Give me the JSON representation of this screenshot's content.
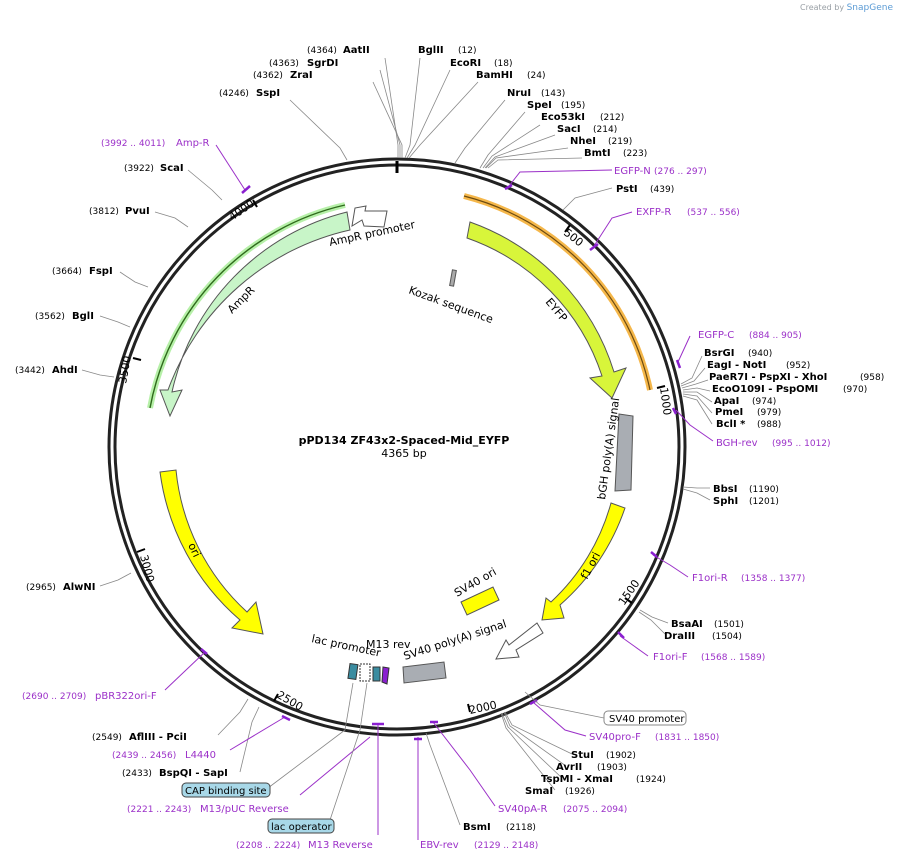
{
  "credit": {
    "prefix": "Created by",
    "brand": "SnapGene"
  },
  "plasmid": {
    "name": "pPD134 ZF43x2-Spaced-Mid_EYFP",
    "length_label": "4365 bp"
  },
  "ticks": [
    "500",
    "1000",
    "1500",
    "2000",
    "2500",
    "3000",
    "3500",
    "4000"
  ],
  "features": {
    "ampr_promoter": "AmpR promoter",
    "ampr": "AmpR",
    "kozak": "Kozak sequence",
    "eyfp": "EYFP",
    "bgh": "bGH poly(A) signal",
    "f1ori": "f1 ori",
    "sv40ori": "SV40 ori",
    "sv40polya": "SV40 poly(A) signal",
    "ori": "ori",
    "lac_promoter": "lac promoter",
    "m13rev": "M13 rev"
  },
  "colors": {
    "primer": "#9b30c8",
    "ampr": "#c8f5c8",
    "eyfp": "#d8f53a",
    "ori": "#ffff00",
    "grey": "#a9adb3",
    "orange": "#f5b74a",
    "teal": "#3a8ca0"
  },
  "enzymes": [
    {
      "name": "AatII",
      "pos": "(4364)"
    },
    {
      "name": "SgrDI",
      "pos": "(4363)"
    },
    {
      "name": "ZraI",
      "pos": "(4362)"
    },
    {
      "name": "SspI",
      "pos": "(4246)"
    },
    {
      "name": "BglII",
      "pos": "(12)"
    },
    {
      "name": "EcoRI",
      "pos": "(18)"
    },
    {
      "name": "BamHI",
      "pos": "(24)"
    },
    {
      "name": "NruI",
      "pos": "(143)"
    },
    {
      "name": "SpeI",
      "pos": "(195)"
    },
    {
      "name": "Eco53kI",
      "pos": "(212)"
    },
    {
      "name": "SacI",
      "pos": "(214)"
    },
    {
      "name": "NheI",
      "pos": "(219)"
    },
    {
      "name": "BmtI",
      "pos": "(223)"
    },
    {
      "name": "PstI",
      "pos": "(439)"
    },
    {
      "name": "ScaI",
      "pos": "(3922)"
    },
    {
      "name": "PvuI",
      "pos": "(3812)"
    },
    {
      "name": "FspI",
      "pos": "(3664)"
    },
    {
      "name": "BglI",
      "pos": "(3562)"
    },
    {
      "name": "AhdI",
      "pos": "(3442)"
    },
    {
      "name": "BsrGI",
      "pos": "(940)"
    },
    {
      "name": "EagI  - NotI",
      "pos": "(952)"
    },
    {
      "name": "PaeR7I  - PspXI  - XhoI",
      "pos": "(958)"
    },
    {
      "name": "EcoO109I  - PspOMI",
      "pos": "(970)"
    },
    {
      "name": "ApaI",
      "pos": "(974)"
    },
    {
      "name": "PmeI",
      "pos": "(979)"
    },
    {
      "name": "BclI *",
      "pos": "(988)"
    },
    {
      "name": "BbsI",
      "pos": "(1190)"
    },
    {
      "name": "SphI",
      "pos": "(1201)"
    },
    {
      "name": "BsaAI",
      "pos": "(1501)"
    },
    {
      "name": "DraIII",
      "pos": "(1504)"
    },
    {
      "name": "AlwNI",
      "pos": "(2965)"
    },
    {
      "name": "AflIII  - PciI",
      "pos": "(2549)"
    },
    {
      "name": "BspQI  - SapI",
      "pos": "(2433)"
    },
    {
      "name": "StuI",
      "pos": "(1902)"
    },
    {
      "name": "AvrII",
      "pos": "(1903)"
    },
    {
      "name": "TspMI  - XmaI",
      "pos": "(1924)"
    },
    {
      "name": "SmaI",
      "pos": "(1926)"
    },
    {
      "name": "BsmI",
      "pos": "(2118)"
    }
  ],
  "primers": [
    {
      "name": "Amp-R",
      "range": "(3992 .. 4011)"
    },
    {
      "name": "EGFP-N",
      "range": "(276 .. 297)"
    },
    {
      "name": "EXFP-R",
      "range": "(537 .. 556)"
    },
    {
      "name": "EGFP-C",
      "range": "(884 .. 905)"
    },
    {
      "name": "BGH-rev",
      "range": "(995 .. 1012)"
    },
    {
      "name": "F1ori-R",
      "range": "(1358 .. 1377)"
    },
    {
      "name": "F1ori-F",
      "range": "(1568 .. 1589)"
    },
    {
      "name": "SV40pro-F",
      "range": "(1831 .. 1850)"
    },
    {
      "name": "SV40pA-R",
      "range": "(2075 .. 2094)"
    },
    {
      "name": "EBV-rev",
      "range": "(2129 .. 2148)"
    },
    {
      "name": "M13 Reverse",
      "range": "(2208 .. 2224)"
    },
    {
      "name": "M13/pUC Reverse",
      "range": "(2221 .. 2243)"
    },
    {
      "name": "L4440",
      "range": "(2439 .. 2456)"
    },
    {
      "name": "pBR322ori-F",
      "range": "(2690 .. 2709)"
    }
  ],
  "boxes": {
    "sv40_promoter": "SV40 promoter",
    "cap": "CAP binding site",
    "lac_operator": "lac operator"
  }
}
